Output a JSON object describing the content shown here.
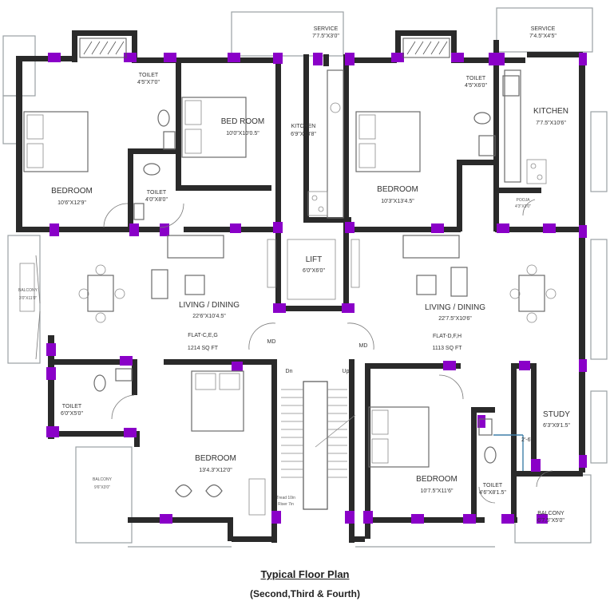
{
  "title": "Typical Floor Plan",
  "subtitle": "(Second,Third & Fourth)",
  "rooms": {
    "service_left": {
      "name": "SERVICE",
      "size": "7'7.5\"X3'0\""
    },
    "service_right": {
      "name": "SERVICE",
      "size": "7'4.5\"X4'5\""
    },
    "toilet_1": {
      "name": "TOILET",
      "size": "4'5\"X7'0\""
    },
    "toilet_2": {
      "name": "TOILET",
      "size": "4'0\"X8'0\""
    },
    "toilet_3": {
      "name": "TOILET",
      "size": "4'5\"X6'0\""
    },
    "toilet_4": {
      "name": "TOILET",
      "size": "6'0\"X5'0\""
    },
    "toilet_5": {
      "name": "TOILET",
      "size": "4'6\"X8'1.5\""
    },
    "bedroom_1": {
      "name": "BEDROOM",
      "size": "10'6\"X12'9\""
    },
    "bedroom_2": {
      "name": "BED ROOM",
      "size": "10'0\"X10'0.5\""
    },
    "bedroom_3": {
      "name": "BEDROOM",
      "size": "10'3\"X13'4.5\""
    },
    "bedroom_4": {
      "name": "BEDROOM",
      "size": "13'4.3\"X12'0\""
    },
    "bedroom_5": {
      "name": "BEDROOM",
      "size": "10'7.5\"X11'6\""
    },
    "kitchen_left": {
      "name": "KITCHEN",
      "size": "6'9\"X13'8\""
    },
    "kitchen_right": {
      "name": "KITCHEN",
      "size": "7'7.5\"X10'6\""
    },
    "pooja": {
      "name": "POOJA",
      "size": "4'3\"X3'0\""
    },
    "lift": {
      "name": "LIFT",
      "size": "6'0\"X6'0\""
    },
    "living_left": {
      "name": "LIVING / DINING",
      "size": "22'6\"X10'4.5\""
    },
    "living_right": {
      "name": "LIVING / DINING",
      "size": "22'7.5\"X10'6\""
    },
    "flat_left": {
      "name": "FLAT-C,E,G",
      "area": "1214 SQ FT"
    },
    "flat_right": {
      "name": "FLAT-D,F,H",
      "area": "1113 SQ FT"
    },
    "study": {
      "name": "STUDY",
      "size": "6'3\"X9'1.5\""
    },
    "balcony_left_top": {
      "name": "BALCONY",
      "size": "3'0\"X11'0\""
    },
    "balcony_left_bottom": {
      "name": "BALCONY",
      "size": "9'6\"X3'0\""
    },
    "balcony_right": {
      "name": "BALCONY",
      "size": "6'7.5\"X5'0\""
    }
  },
  "markers": {
    "md_left": "MD",
    "md_right": "MD",
    "stair_dn": "Dn",
    "stair_up": "Up",
    "stair_note_1": "Tread 10in",
    "stair_note_2": "Riser 7in",
    "study_opening": "2'-6\""
  }
}
